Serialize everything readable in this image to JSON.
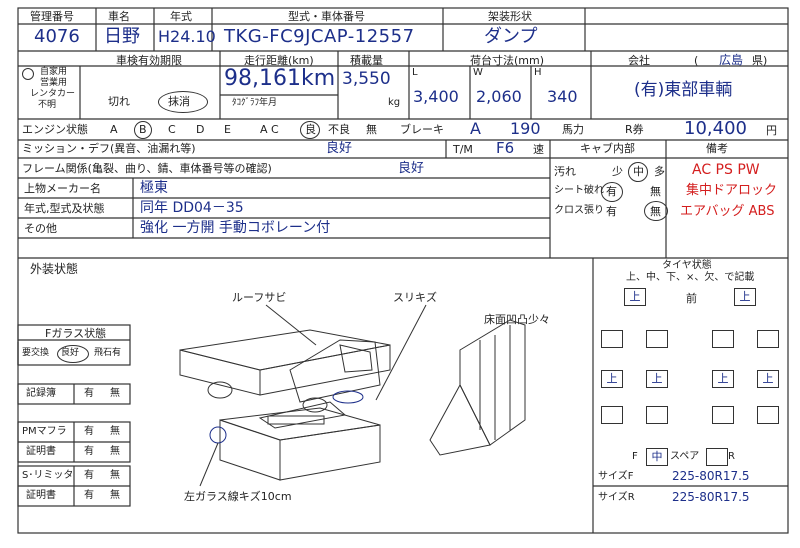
{
  "header": {
    "kanri_label": "管理番号",
    "kanri_value": "4076",
    "maker_label": "車名",
    "maker_value": "日野",
    "year_label": "年式",
    "year_value": "H24.10",
    "model_label": "型式・車体番号",
    "model_value": "TKG-FC9JCAP-12557",
    "body_label": "架装形状",
    "body_value": "ダンプ"
  },
  "row2": {
    "usage_options": [
      "自家用",
      "営業用",
      "レンタカー",
      "不明"
    ],
    "shaken_label": "車検有効期限",
    "shaken_values": [
      "切れ",
      "抹消"
    ],
    "mileage_label": "走行距離(km)",
    "mileage_value": "98,161km",
    "tacho_label": "ﾀｺｸﾞﾗﾌ年月",
    "capacity_label": "積載量",
    "capacity_value": "3,550",
    "capacity_unit": "kg",
    "dims_label": "荷台寸法(mm)",
    "dim_letters": [
      "L",
      "W",
      "H"
    ],
    "dims": [
      "3,400",
      "2,060",
      "340"
    ],
    "company_label": "会社",
    "pref_open": "(",
    "pref_value": "広島",
    "pref_close": "県)",
    "company_value": "(有)東部車輌"
  },
  "engine": {
    "label": "エンジン状態",
    "grades": [
      "A",
      "B",
      "C",
      "D",
      "E"
    ],
    "ac_label": "A C",
    "ac_options": [
      "良",
      "不良",
      "無"
    ],
    "brake_label": "ブレーキ",
    "brake_value": "A",
    "hp_value": "190",
    "hp_unit": "馬力",
    "r_label": "R券",
    "r_value": "10,400",
    "r_unit": "円"
  },
  "mission": {
    "label": "ミッション・デフ(異音、油漏れ等)",
    "value": "良好",
    "tm_label": "T/M",
    "tm_value": "F6",
    "tm_unit": "速",
    "cab_label": "キャブ内部",
    "notes_label": "備考"
  },
  "frame": {
    "label": "フレーム関係(亀裂、曲り、錆、車体番号等の確認)",
    "value": "良好"
  },
  "upper": {
    "maker_label": "上物メーカー名",
    "maker_value": "極東",
    "year_label": "年式,型式及状態",
    "year_value": "同年 DD04－35",
    "other_label": "その他",
    "other_value": "強化 一方開 手動コボレーン付"
  },
  "cab": {
    "rows": [
      {
        "label": "汚れ",
        "opts": [
          "少",
          "中",
          "多"
        ]
      },
      {
        "label": "シート破れ",
        "opts": [
          "有",
          "無"
        ]
      },
      {
        "label": "クロス張り",
        "opts": [
          "有",
          "無"
        ]
      }
    ]
  },
  "notes": [
    "AC PS PW",
    "集中ドアロック",
    "エアバッグ ABS"
  ],
  "exterior": {
    "label": "外装状態",
    "annotations": [
      "ルーフサビ",
      "スリキズ",
      "床面凹凸少々",
      "左ガラス線キズ10cm"
    ]
  },
  "fglass": {
    "label": "Fガラス状態",
    "options": [
      "要交換",
      "良好",
      "飛石有"
    ]
  },
  "records": [
    {
      "label": "記録簿",
      "opts": [
        "有",
        "無"
      ]
    },
    {
      "label": "PMマフラ",
      "opts": [
        "有",
        "無"
      ]
    },
    {
      "label": "証明書",
      "opts": [
        "有",
        "無"
      ]
    },
    {
      "label": "S･リミッタ",
      "opts": [
        "有",
        "無"
      ]
    },
    {
      "label": "証明書",
      "opts": [
        "有",
        "無"
      ]
    }
  ],
  "tires": {
    "label": "タイヤ状態",
    "legend": "上、中、下、×、欠、で記載",
    "front_label": "前",
    "mark": "上",
    "spare_label": "F",
    "spare_mark": "中",
    "spare_word": "スペア",
    "spare_r": "R",
    "size_f_label": "サイズF",
    "size_f_value": "225-80R17.5",
    "size_r_label": "サイズR",
    "size_r_value": "225-80R17.5"
  }
}
